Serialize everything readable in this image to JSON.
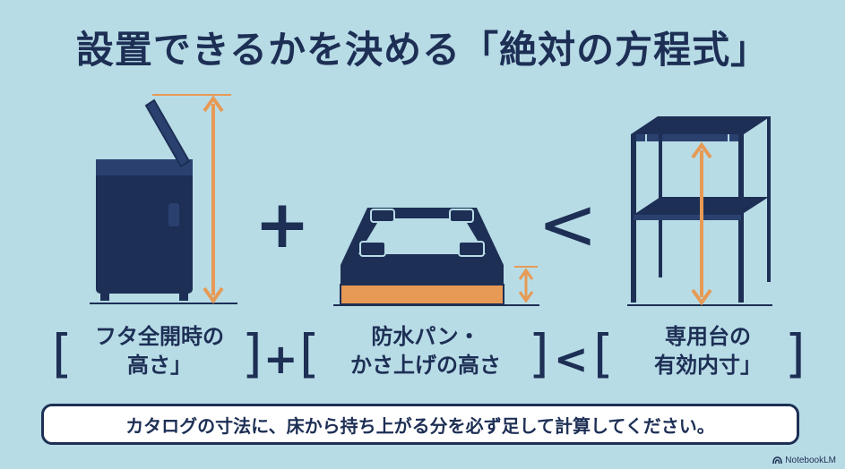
{
  "title": "設置できるかを決める「絶対の方程式」",
  "labels": {
    "washer": {
      "line1": "フタ全開時の",
      "line2": "高さ」"
    },
    "pan": {
      "line1": "防水パン・",
      "line2": "かさ上げの高さ"
    },
    "rack": {
      "line1": "専用台の",
      "line2": "有効内寸」"
    }
  },
  "brackets": {
    "open": "[",
    "close": "]"
  },
  "operators": {
    "plus": "+",
    "less_than": "<"
  },
  "note": "カタログの寸法に、床から持ち上がる分を必ず足して計算してください。",
  "brand": "NotebookLM",
  "colors": {
    "background": "#b8dce6",
    "navy": "#1d2f55",
    "orange": "#e69a55"
  }
}
